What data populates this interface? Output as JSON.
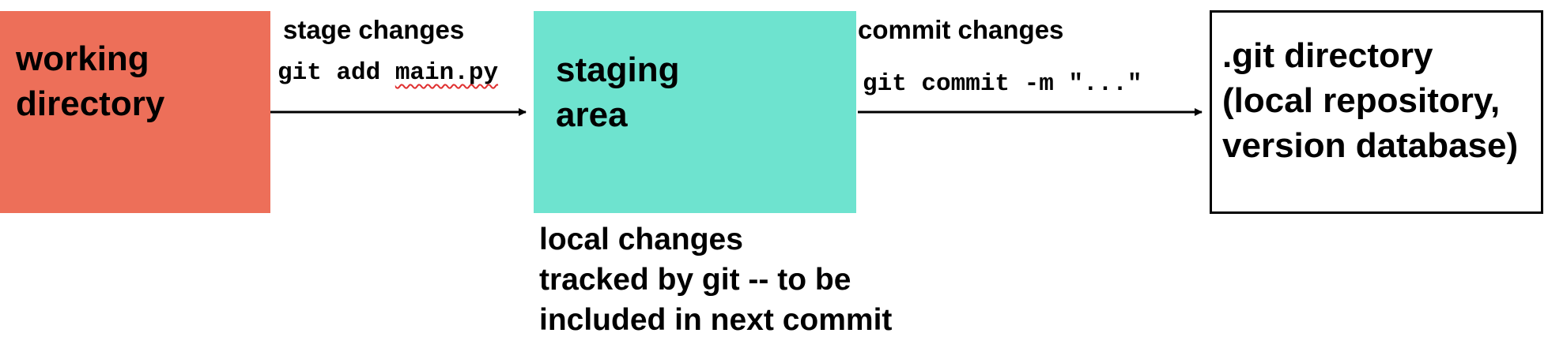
{
  "colors": {
    "working_fill": "#ed6f59",
    "staging_fill": "#6ee3cf",
    "git_fill": "#ffffff",
    "text": "#000000",
    "arrow": "#000000",
    "spellcheck_underline": "#e03030"
  },
  "boxes": {
    "working": {
      "title": "working\ndirectory"
    },
    "staging": {
      "title": "staging\narea",
      "note": "local changes\ntracked by git -- to be\nincluded in next commit"
    },
    "git": {
      "title": ".git directory\n(local repository,\nversion database)"
    }
  },
  "arrows": {
    "stage": {
      "label": "stage changes",
      "cmd_prefix": "git add ",
      "cmd_file": "main.py"
    },
    "commit": {
      "label": "commit changes",
      "cmd": "git commit -m \"...\""
    }
  }
}
